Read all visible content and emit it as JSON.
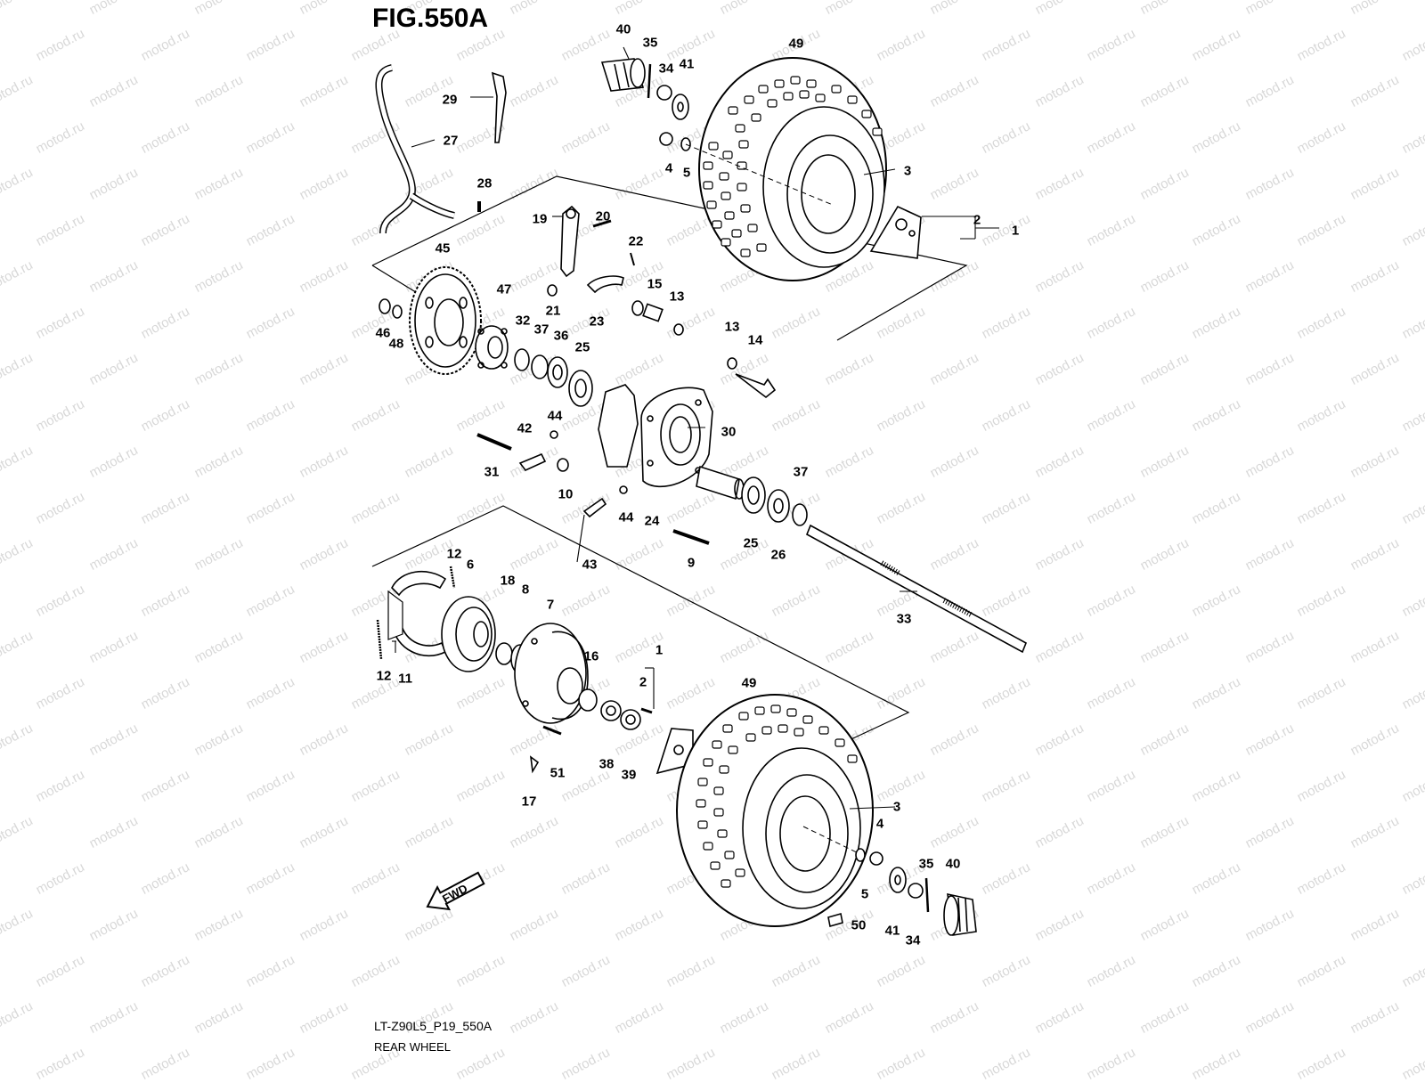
{
  "figure": {
    "title": "FIG.550A",
    "model_code": "LT-Z90L5_P19_550A",
    "name": "REAR WHEEL",
    "fwd_label": "FWD",
    "watermark_text": "motod.ru"
  },
  "callouts": {
    "c1a": "1",
    "c1b": "1",
    "c2a": "2",
    "c2b": "2",
    "c3a": "3",
    "c3b": "3",
    "c4a": "4",
    "c4b": "4",
    "c5a": "5",
    "c5b": "5",
    "c6": "6",
    "c7": "7",
    "c8": "8",
    "c9": "9",
    "c10": "10",
    "c11": "11",
    "c12a": "12",
    "c12b": "12",
    "c13a": "13",
    "c13b": "13",
    "c14": "14",
    "c15": "15",
    "c16": "16",
    "c17": "17",
    "c18": "18",
    "c19": "19",
    "c20": "20",
    "c21": "21",
    "c22": "22",
    "c23": "23",
    "c24": "24",
    "c25a": "25",
    "c25b": "25",
    "c26": "26",
    "c27": "27",
    "c28": "28",
    "c29": "29",
    "c30": "30",
    "c31": "31",
    "c32": "32",
    "c33": "33",
    "c34a": "34",
    "c34b": "34",
    "c35a": "35",
    "c35b": "35",
    "c36": "36",
    "c37a": "37",
    "c37b": "37",
    "c38": "38",
    "c39": "39",
    "c40a": "40",
    "c40b": "40",
    "c41a": "41",
    "c41b": "41",
    "c42": "42",
    "c43": "43",
    "c44a": "44",
    "c44b": "44",
    "c45": "45",
    "c46": "46",
    "c47": "47",
    "c48": "48",
    "c49a": "49",
    "c49b": "49",
    "c50": "50",
    "c51": "51"
  }
}
